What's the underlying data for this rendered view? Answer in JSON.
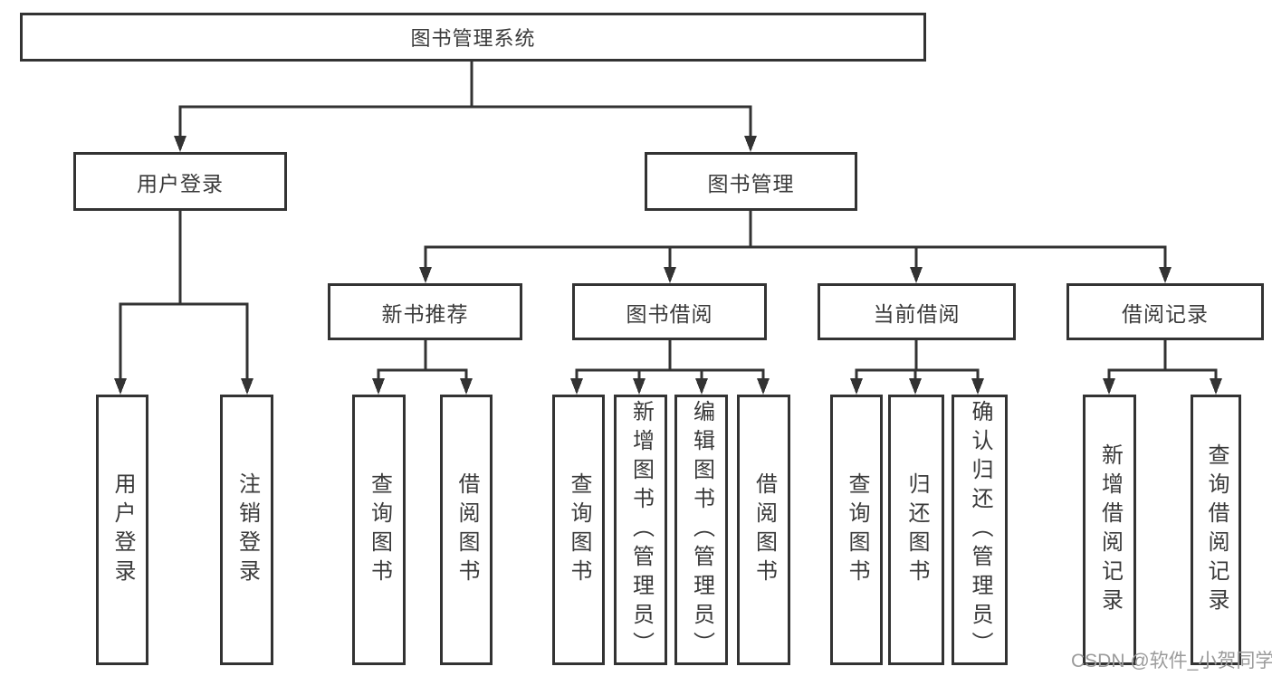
{
  "diagram_title": "图书管理系统",
  "colors": {
    "line": "#333333",
    "box_border": "#333333",
    "box_fill": "#ffffff",
    "text": "#3a3a3a",
    "watermark": "#9b9b9b",
    "background": "#ffffff"
  },
  "watermark": {
    "text": "CSDN @软件_小贺同学"
  },
  "tree": {
    "label": "图书管理系统",
    "children": [
      {
        "label": "用户登录",
        "children": [
          {
            "label": "用户登录"
          },
          {
            "label": "注销登录"
          }
        ]
      },
      {
        "label": "图书管理",
        "children": [
          {
            "label": "新书推荐",
            "children": [
              {
                "label": "查询图书"
              },
              {
                "label": "借阅图书"
              }
            ]
          },
          {
            "label": "图书借阅",
            "children": [
              {
                "label": "查询图书"
              },
              {
                "label": "新增图书（管理员）"
              },
              {
                "label": "编辑图书（管理员）"
              },
              {
                "label": "借阅图书"
              }
            ]
          },
          {
            "label": "当前借阅",
            "children": [
              {
                "label": "查询图书"
              },
              {
                "label": "归还图书"
              },
              {
                "label": "确认归还（管理员）"
              }
            ]
          },
          {
            "label": "借阅记录",
            "children": [
              {
                "label": "新增借阅记录"
              },
              {
                "label": "查询借阅记录"
              }
            ]
          }
        ]
      }
    ]
  }
}
